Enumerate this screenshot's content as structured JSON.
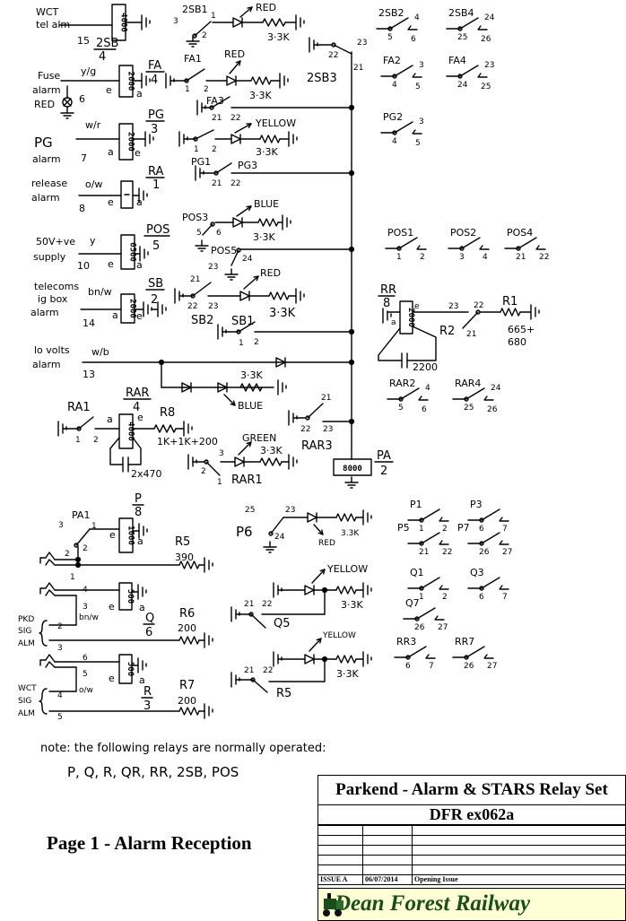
{
  "inputs": [
    {
      "label": [
        "WCT",
        "tel alm"
      ],
      "terminal": "15"
    },
    {
      "label": [
        "Fuse",
        "alarm"
      ],
      "wire": "y/g",
      "terminal": "6",
      "lamp": "RED"
    },
    {
      "label": [
        "PG",
        "alarm"
      ],
      "wire": "w/r",
      "terminal": "7"
    },
    {
      "label": [
        "release",
        "alarm"
      ],
      "wire": "o/w",
      "terminal": "8"
    },
    {
      "label": [
        "50V+ve",
        "supply"
      ],
      "wire": "y",
      "terminal": "10"
    },
    {
      "label": [
        "telecoms",
        "ig box",
        "alarm"
      ],
      "wire": "bn/w",
      "terminal": "14"
    },
    {
      "label": [
        "lo volts",
        "alarm"
      ],
      "wire": "w/b",
      "terminal": "13"
    },
    {
      "label": [
        "PKD",
        "SIG",
        "ALM"
      ],
      "wire": "bn/w",
      "terminals": [
        "2",
        "3"
      ],
      "jack": [
        "4",
        "3"
      ]
    },
    {
      "label": [
        "WCT",
        "SIG",
        "ALM"
      ],
      "wire": "o/w",
      "terminals": [
        "4",
        "5"
      ],
      "jack": [
        "6",
        "5"
      ]
    },
    {
      "jack": [
        "2",
        "1"
      ]
    }
  ],
  "relays": [
    {
      "name": "2SB",
      "number": "4",
      "coil": "4000"
    },
    {
      "name": "FA",
      "number": "4",
      "coil": "2000",
      "terminals": [
        "e",
        "a"
      ]
    },
    {
      "name": "PG",
      "number": "3",
      "coil": "2000",
      "terminals": [
        "a",
        "e"
      ]
    },
    {
      "name": "RA",
      "number": "1",
      "terminals": [
        "e",
        "a"
      ]
    },
    {
      "name": "POS",
      "number": "5",
      "coil": "6500",
      "terminals": [
        "e",
        "a"
      ]
    },
    {
      "name": "SB",
      "number": "2",
      "coil": "2000",
      "terminals": [
        "a",
        "e"
      ]
    },
    {
      "name": "RAR",
      "number": "4",
      "coil": "4000",
      "terminals": [
        "a",
        "e"
      ]
    },
    {
      "name": "PA",
      "number": "2",
      "coil": "8000"
    },
    {
      "name": "RR",
      "number": "8",
      "coil": "2000",
      "terminals": [
        "a",
        "e"
      ]
    },
    {
      "name": "P",
      "number": "8",
      "coil": "1000",
      "terminals": [
        "e",
        "a"
      ]
    },
    {
      "name": "Q",
      "number": "6",
      "coil": "500",
      "terminals": [
        "e",
        "a"
      ]
    },
    {
      "name": "R",
      "number": "3",
      "coil": "500",
      "terminals": [
        "e",
        "a"
      ]
    }
  ],
  "contacts": [
    {
      "name": "2SB1",
      "terminals": [
        "3",
        "1",
        "2"
      ]
    },
    {
      "name": "2SB3",
      "terminals": [
        "22",
        "23",
        "21"
      ]
    },
    {
      "name": "FA1",
      "terminals": [
        "1",
        "2"
      ]
    },
    {
      "name": "FA3",
      "terminals": [
        "21",
        "22"
      ]
    },
    {
      "name": "PG1",
      "terminals": [
        "1",
        "2"
      ]
    },
    {
      "name": "PG3",
      "terminals": [
        "21",
        "22"
      ]
    },
    {
      "name": "POS3",
      "terminals": [
        "6",
        "5"
      ]
    },
    {
      "name": "POS5",
      "terminals": [
        "24",
        "23"
      ]
    },
    {
      "name": "SB2",
      "terminals": [
        "21",
        "22",
        "23"
      ]
    },
    {
      "name": "SB1",
      "terminals": [
        "1",
        "2"
      ]
    },
    {
      "name": "RA1",
      "terminals": [
        "1",
        "2"
      ]
    },
    {
      "name": "RAR3",
      "terminals": [
        "21",
        "22",
        "23"
      ]
    },
    {
      "name": "RAR1",
      "terminals": [
        "3",
        "2",
        "1"
      ]
    },
    {
      "name": "R2",
      "terminals": [
        "23",
        "22",
        "21"
      ]
    },
    {
      "name": "PA1",
      "terminals": [
        "3",
        "1",
        "2"
      ]
    },
    {
      "name": "P6",
      "terminals": [
        "25",
        "23",
        "24"
      ]
    },
    {
      "name": "Q5",
      "terminals": [
        "21",
        "22"
      ]
    },
    {
      "name": "R5",
      "terminals": [
        "21",
        "22"
      ]
    },
    {
      "name": "2SB2",
      "terminals": [
        "5",
        "4",
        "6"
      ]
    },
    {
      "name": "2SB4",
      "terminals": [
        "25",
        "24",
        "26"
      ]
    },
    {
      "name": "FA2",
      "terminals": [
        "4",
        "3",
        "5"
      ]
    },
    {
      "name": "FA4",
      "terminals": [
        "24",
        "23",
        "25"
      ]
    },
    {
      "name": "PG2",
      "terminals": [
        "4",
        "3",
        "5"
      ]
    },
    {
      "name": "POS1",
      "terminals": [
        "1",
        "2"
      ]
    },
    {
      "name": "POS2",
      "terminals": [
        "3",
        "4"
      ]
    },
    {
      "name": "POS4",
      "terminals": [
        "21",
        "22"
      ]
    },
    {
      "name": "RAR2",
      "terminals": [
        "5",
        "4",
        "6"
      ]
    },
    {
      "name": "RAR4",
      "terminals": [
        "25",
        "24",
        "26"
      ]
    },
    {
      "name": "P1",
      "terminals": [
        "1",
        "2"
      ]
    },
    {
      "name": "P3",
      "terminals": [
        "6",
        "7"
      ]
    },
    {
      "name": "P5",
      "terminals": [
        "21",
        "22"
      ]
    },
    {
      "name": "P7",
      "terminals": [
        "26",
        "27"
      ]
    },
    {
      "name": "Q1",
      "terminals": [
        "1",
        "2"
      ]
    },
    {
      "name": "Q3",
      "terminals": [
        "6",
        "7"
      ]
    },
    {
      "name": "Q7",
      "terminals": [
        "26",
        "27"
      ]
    },
    {
      "name": "RR3",
      "terminals": [
        "6",
        "7"
      ]
    },
    {
      "name": "RR7",
      "terminals": [
        "26",
        "27"
      ]
    }
  ],
  "leds": [
    {
      "color": "RED"
    },
    {
      "color": "RED"
    },
    {
      "color": "YELLOW"
    },
    {
      "color": "BLUE"
    },
    {
      "color": "RED"
    },
    {
      "color": "BLUE"
    },
    {
      "color": "GREEN"
    },
    {
      "color": "RED"
    },
    {
      "color": "YELLOW"
    },
    {
      "color": "YELLOW"
    }
  ],
  "resistors": [
    {
      "value": "3·3K"
    },
    {
      "value": "3·3K"
    },
    {
      "value": "3·3K"
    },
    {
      "value": "3·3K"
    },
    {
      "value": "3·3K"
    },
    {
      "value": "3·3K"
    },
    {
      "value": "3·3K"
    },
    {
      "name": "R8",
      "value": "1K+1K+200"
    },
    {
      "name": "R1",
      "value": [
        "665+",
        "680"
      ]
    },
    {
      "value": "3.3K"
    },
    {
      "value": "3·3K"
    },
    {
      "value": "3·3K"
    },
    {
      "name": "R5",
      "value": "390"
    },
    {
      "name": "R6",
      "value": "200"
    },
    {
      "name": "R7",
      "value": "200"
    }
  ],
  "capacitors": [
    "2x470",
    "2200"
  ],
  "note": {
    "line1": "note: the following relays are normally operated:",
    "line2": "P, Q, R, QR, RR, 2SB, POS"
  },
  "page_title": "Page 1 - Alarm Reception",
  "title_block": {
    "title": "Parkend - Alarm & STARS Relay Set",
    "drawing_no": "DFR ex062a",
    "revisions": [
      {
        "issue": "ISSUE A",
        "date": "06/07/2014",
        "description": "Opening Issue"
      }
    ],
    "organisation": "Dean Forest Railway"
  }
}
